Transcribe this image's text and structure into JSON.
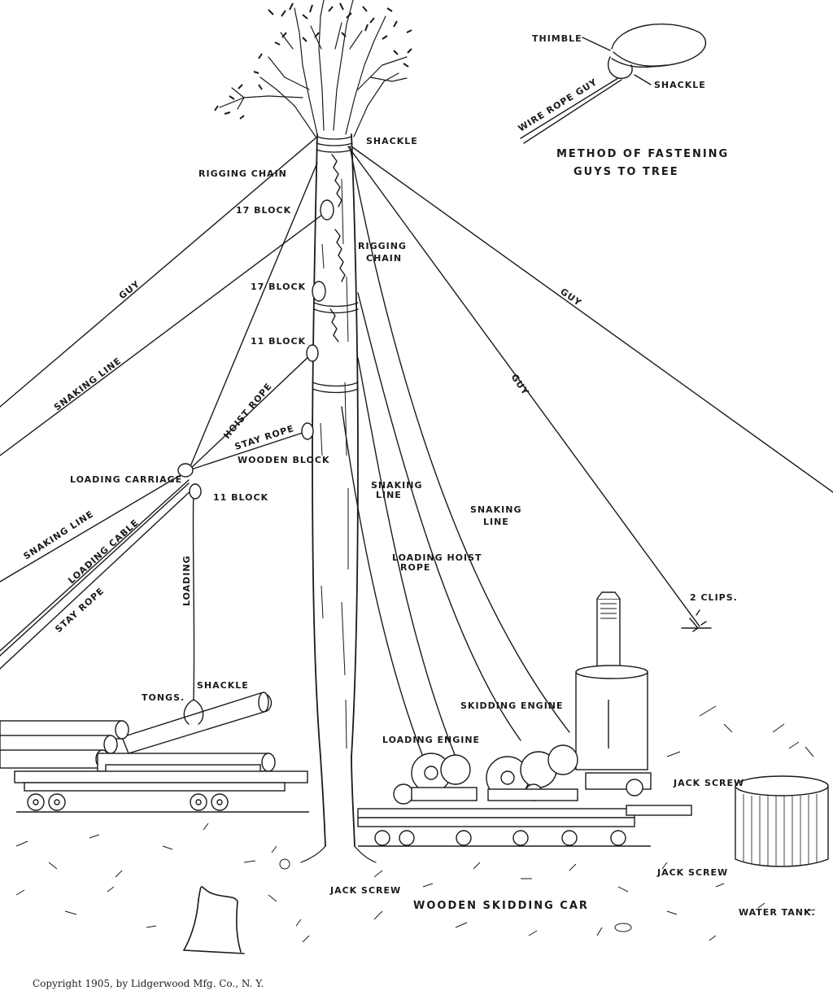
{
  "labels": {
    "thimble": "THIMBLE",
    "shackle_top": "SHACKLE",
    "wire_rope_guy": "WIRE ROPE GUY",
    "method_line1": "METHOD OF FASTENING",
    "method_line2": "GUYS TO TREE",
    "shackle_tree": "SHACKLE",
    "rigging_chain_left": "RIGGING     CHAIN",
    "block_17_upper": "17  BLOCK",
    "rigging_chain_right_1": "RIGGING",
    "rigging_chain_right_2": "CHAIN",
    "block_17_lower": "17    BLOCK",
    "block_11_upper": "11    BLOCK",
    "guy_left": "GUY",
    "snaking_line_upper": "SNAKING     LINE",
    "guy_right_far": "GUY",
    "guy_right_mid": "GUY",
    "hoist_rope": "HOIST  ROPE",
    "stay_rope_upper": "STAY ROPE",
    "wooden_block": "WOODEN BLOCK",
    "loading_carriage": "LOADING    CARRIAGE",
    "block_11_lower": "11  BLOCK",
    "snaking_line_lower": "SNAKING     LINE",
    "loading_cable": "LOADING  CABLE",
    "stay_rope_lower": "STAY ROPE",
    "loading_vertical": "LOADING",
    "snaking_line_mid_1": "SNAKING",
    "snaking_line_mid_2": "LINE",
    "snaking_line_right_1": "SNAKING",
    "snaking_line_right_2": "LINE",
    "loading_hoist_rope_1": "LOADING HOIST",
    "loading_hoist_rope_2": "ROPE",
    "two_clips": "2 CLIPS.",
    "tongs": "TONGS.",
    "shackle_tongs": "SHACKLE",
    "skidding_engine": "SKIDDING ENGINE",
    "loading_engine": "LOADING   ENGINE",
    "jack_screw_right": "JACK SCREW",
    "jack_screw_bottom_left": "JACK SCREW",
    "jack_screw_bottom_right": "JACK SCREW",
    "wooden_skidding_car": "WOODEN  SKIDDING  CAR",
    "water_tank": "WATER TANK.",
    "copyright": "Copyright 1905, by Lidgerwood Mfg. Co., N. Y."
  }
}
